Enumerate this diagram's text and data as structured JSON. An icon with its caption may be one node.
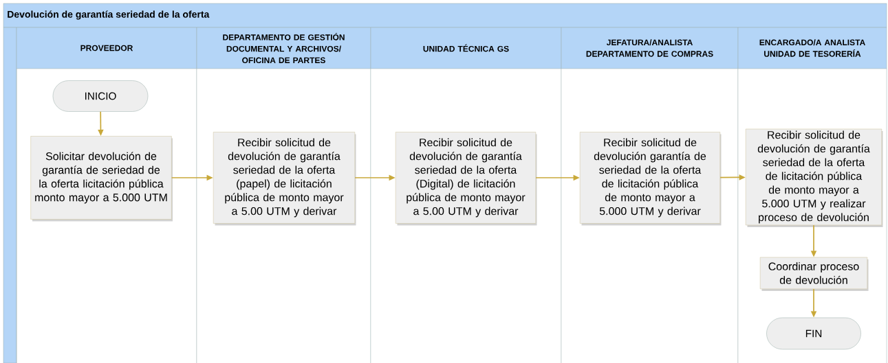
{
  "diagram": {
    "title": "Devolución de garantía seriedad de la oferta",
    "nodes": [
      {
        "text": [
          "PROVEEDOR"
        ]
      },
      {
        "text": [
          "DEPARTAMENTO DE GESTIÓN DOCUMENTAL Y ARCHIVOS/ OFICINA DE PARTES"
        ]
      },
      {
        "text": [
          "UNIDAD TÉCNICA GS"
        ]
      },
      {
        "text": [
          "JEFATURA/ANALISTA DEPARTAMENTO DE COMPRAS"
        ]
      },
      {
        "text": [
          "ENCARGADO/A ANALISTA UNIDAD DE TESORERÍA"
        ]
      },
      {
        "text": [
          "INICIO"
        ],
        "in": 0
      },
      {
        "text": [
          "Solicitar devolución de garantía de seriedad de la oferta licitación pública monto mayor a 5.000 UTM"
        ],
        "in": 0
      },
      {
        "text": [
          "Recibir solicitud de devolución de garantía seriedad de la oferta (papel) de licitación pública de monto mayor a 5.00 UTM y derivar"
        ],
        "in": 1
      },
      {
        "text": [
          "Recibir solicitud de devolución de garantía seriedad de la oferta (Digital) de licitación pública de monto mayor a 5.00 UTM y derivar"
        ],
        "in": 2
      },
      {
        "text": [
          "Recibir solicitud de devolución garantía de seriedad de la oferta de licitación pública de monto mayor a 5.000 UTM y derivar"
        ],
        "in": 3
      },
      {
        "text": [
          "Recibir solicitud de devolución de garantía seriedad de la oferta de licitación pública de monto mayor a 5.000 UTM y realizar proceso de devolución"
        ],
        "in": 4
      },
      {
        "text": [
          "Coordinar proceso de devolución"
        ],
        "in": 4
      },
      {
        "text": [
          "FIN"
        ],
        "in": 4
      }
    ],
    "edges": [
      {
        "from": 5,
        "to": 6,
        "arrow": "to"
      },
      {
        "from": 6,
        "to": 7,
        "arrow": "to"
      },
      {
        "from": 7,
        "to": 8,
        "arrow": "to"
      },
      {
        "from": 8,
        "to": 9,
        "arrow": "to"
      },
      {
        "from": 9,
        "to": 10,
        "arrow": "to"
      },
      {
        "from": 10,
        "to": 11,
        "arrow": "to"
      },
      {
        "from": 11,
        "to": 12,
        "arrow": "to"
      }
    ]
  }
}
